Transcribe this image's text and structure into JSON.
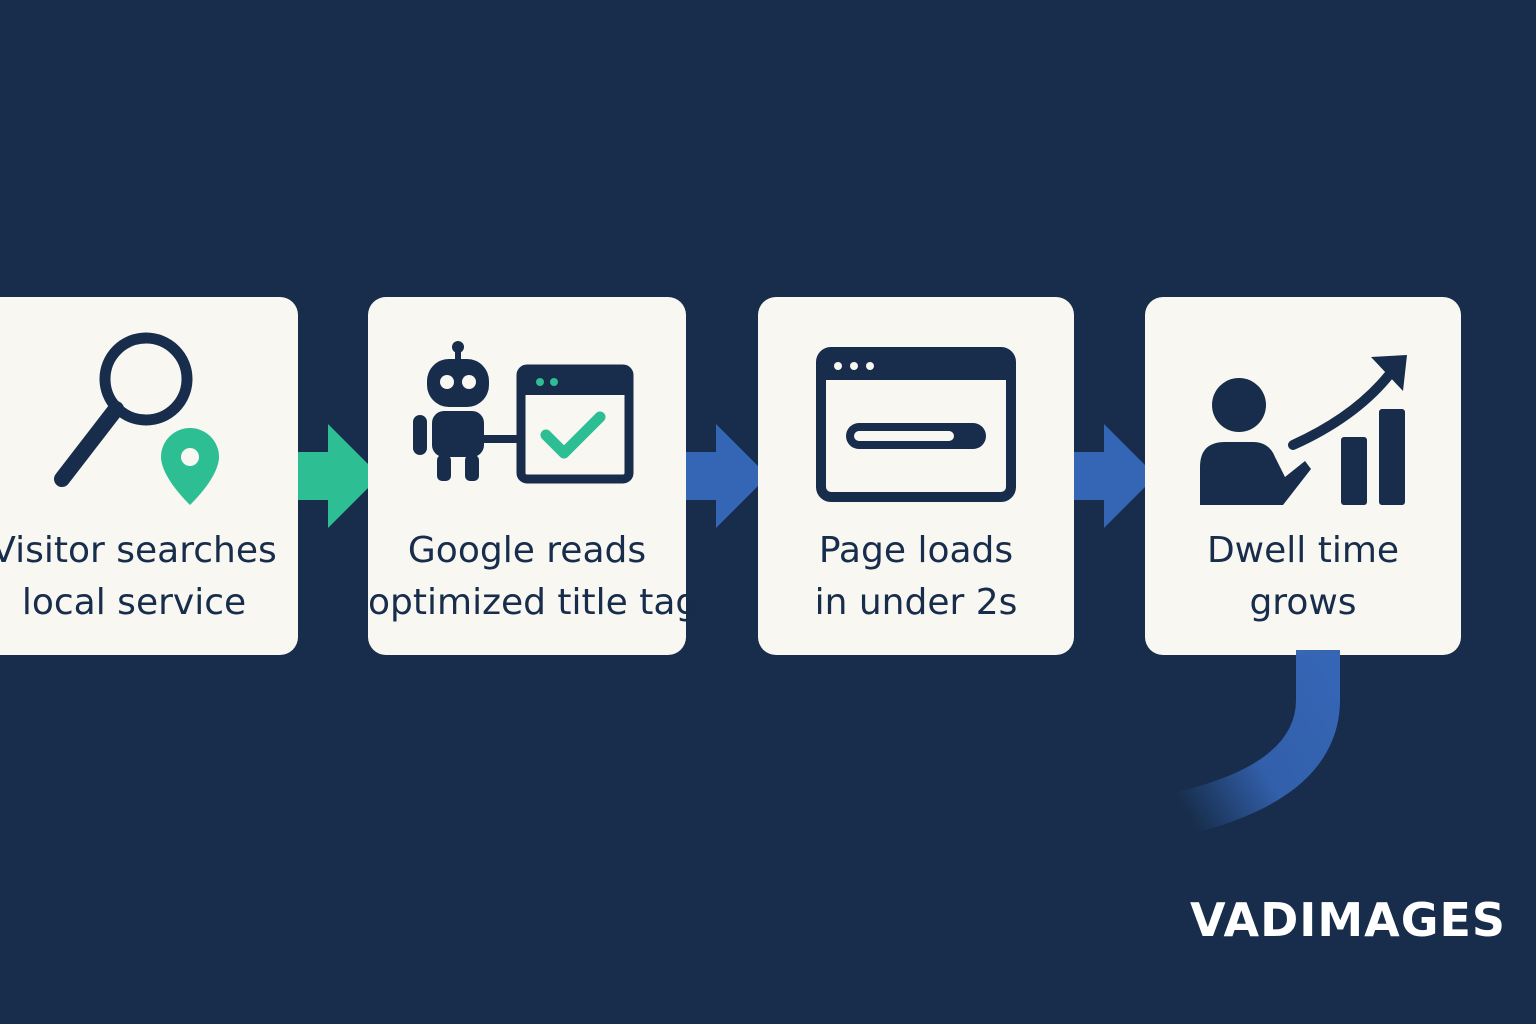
{
  "steps": [
    {
      "label_line1": "Visitor searches",
      "label_line2": "local service",
      "icons": [
        "magnifier-icon",
        "location-pin-icon"
      ]
    },
    {
      "label_line1": "Google reads",
      "label_line2": "optimized title tag",
      "icons": [
        "robot-icon",
        "browser-check-icon"
      ]
    },
    {
      "label_line1": "Page loads",
      "label_line2": "in under 2s",
      "icons": [
        "browser-loading-icon"
      ]
    },
    {
      "label_line1": "Dwell time",
      "label_line2": "grows",
      "icons": [
        "person-icon",
        "growth-chart-icon"
      ]
    }
  ],
  "brand": "VADIMAGES",
  "colors": {
    "background": "#172d4b",
    "card": "#f8f7f2",
    "ink": "#172d4b",
    "green": "#2dbf93",
    "blue": "#3565b5"
  }
}
